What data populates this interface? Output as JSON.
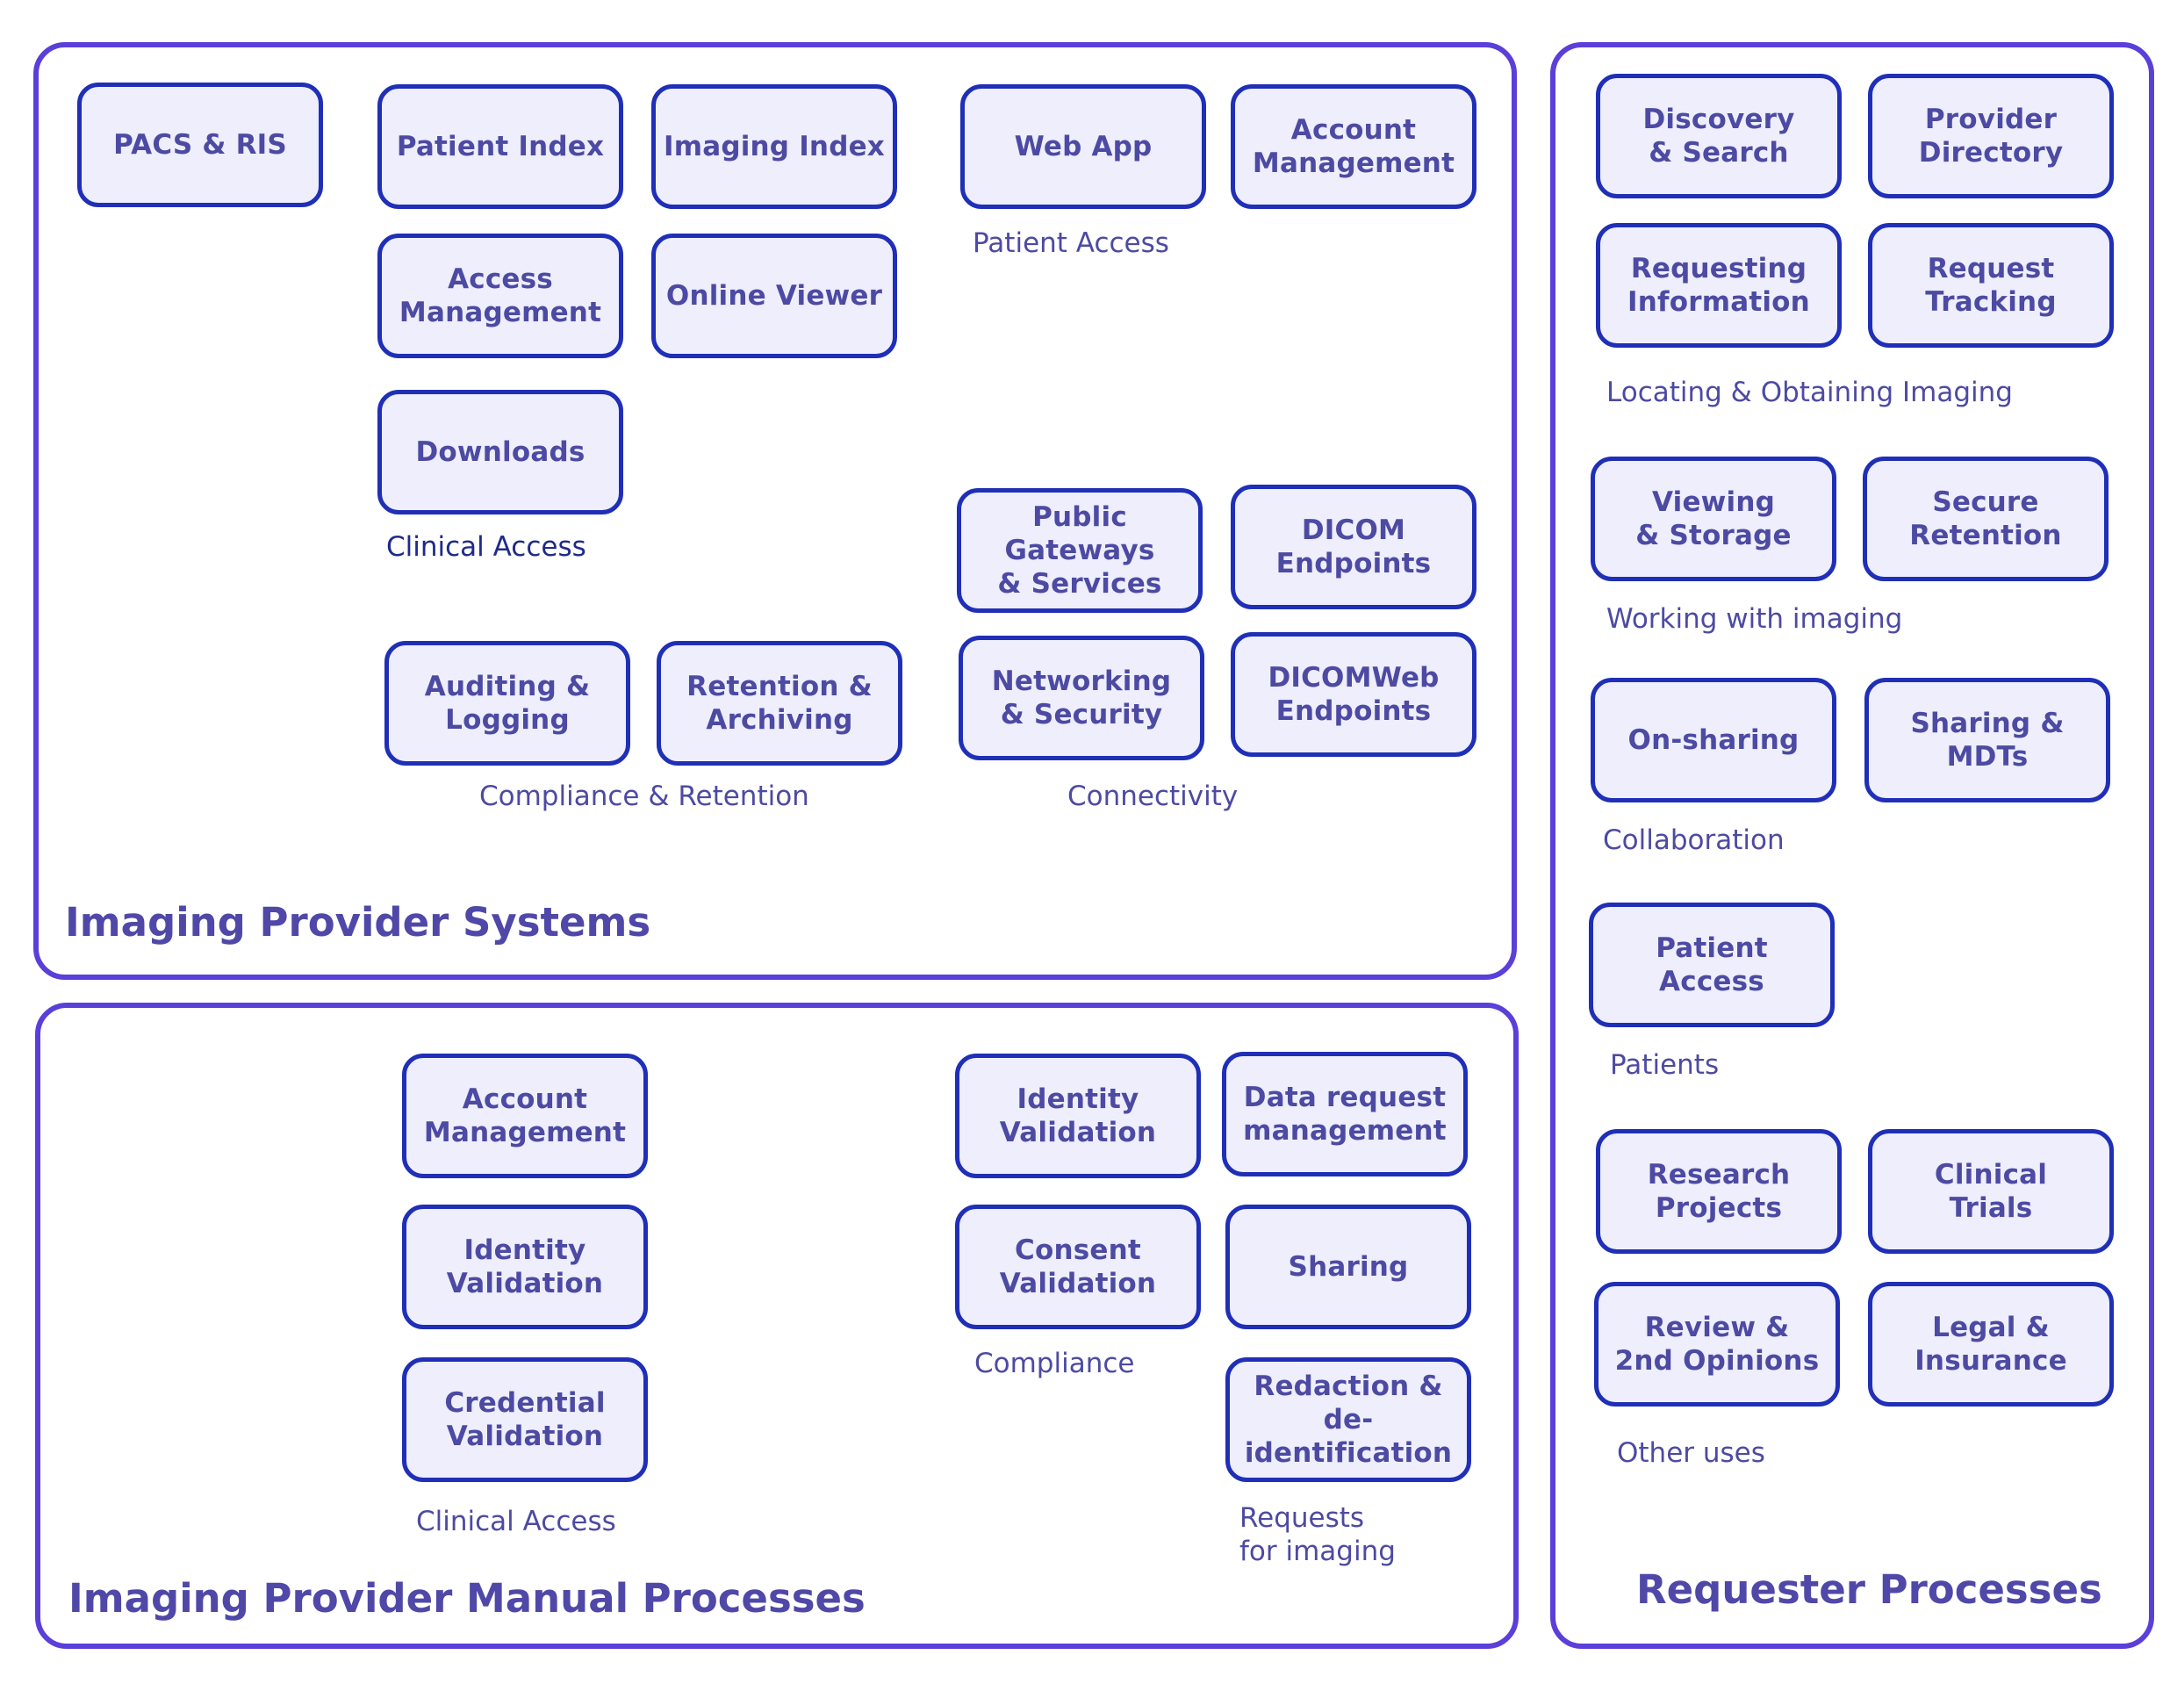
{
  "colors": {
    "panel_border": "#5b3fd9",
    "box_border": "#1f2fb7",
    "box_fill": "#eeeefc",
    "text": "#4d4aa3"
  },
  "panels": {
    "systems": "Imaging Provider Systems",
    "manual": "Imaging Provider Manual Processes",
    "requester": "Requester Processes"
  },
  "systems": {
    "pacs_ris": "PACS & RIS",
    "patient_index": "Patient Index",
    "imaging_index": "Imaging Index",
    "access_management": "Access\nManagement",
    "online_viewer": "Online Viewer",
    "downloads": "Downloads",
    "clinical_access_label": "Clinical Access",
    "web_app": "Web App",
    "account_management": "Account\nManagement",
    "patient_access_label": "Patient Access",
    "public_gateways": "Public Gateways\n& Services",
    "dicom_endpoints": "DICOM\nEndpoints",
    "networking_security": "Networking\n& Security",
    "dicomweb_endpoints": "DICOMWeb\nEndpoints",
    "connectivity_label": "Connectivity",
    "auditing_logging": "Auditing &\nLogging",
    "retention_archiving": "Retention &\nArchiving",
    "compliance_retention_label": "Compliance & Retention"
  },
  "manual": {
    "account_management": "Account\nManagement",
    "identity_validation": "Identity\nValidation",
    "credential_validation": "Credential\nValidation",
    "clinical_access_label": "Clinical Access",
    "identity_validation_2": "Identity\nValidation",
    "consent_validation": "Consent\nValidation",
    "compliance_label": "Compliance",
    "data_request_management": "Data request\nmanagement",
    "sharing": "Sharing",
    "redaction": "Redaction &\nde-identification",
    "requests_label": "Requests\nfor imaging"
  },
  "requester": {
    "discovery_search": "Discovery\n& Search",
    "provider_directory": "Provider\nDirectory",
    "requesting_information": "Requesting\nInformation",
    "request_tracking": "Request\nTracking",
    "locating_label": "Locating & Obtaining Imaging",
    "viewing_storage": "Viewing\n& Storage",
    "secure_retention": "Secure\nRetention",
    "working_label": "Working with imaging",
    "on_sharing": "On-sharing",
    "sharing_mdts": "Sharing &\nMDTs",
    "collaboration_label": "Collaboration",
    "patient_access": "Patient\nAccess",
    "patients_label": "Patients",
    "research_projects": "Research\nProjects",
    "clinical_trials": "Clinical\nTrials",
    "review_opinions": "Review &\n2nd Opinions",
    "legal_insurance": "Legal &\nInsurance",
    "other_uses_label": "Other uses"
  }
}
